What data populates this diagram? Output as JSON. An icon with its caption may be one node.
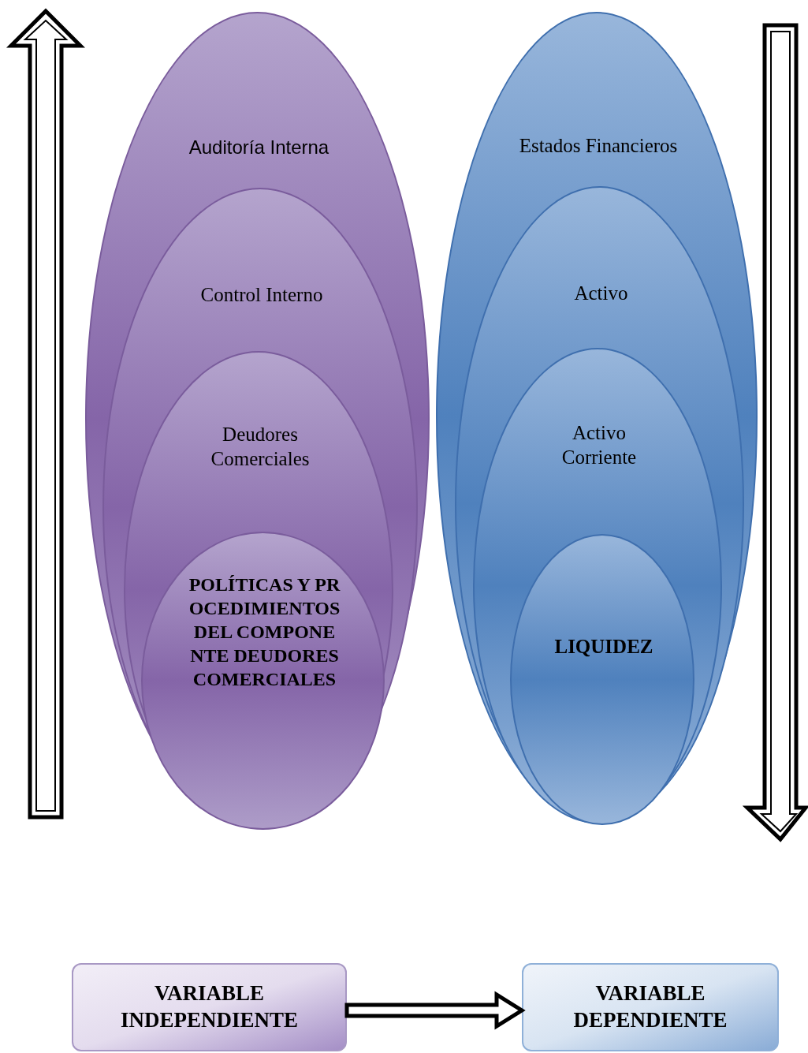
{
  "diagram": {
    "nodes": [
      {
        "text": [
          "Auditoría Interna"
        ]
      },
      {
        "text": [
          "Control Interno"
        ],
        "in": 0
      },
      {
        "text": [
          "Deudores Comerciales"
        ],
        "in": 1
      },
      {
        "text": [
          "POLÍTICAS Y PROCEDIMIENTOS DEL COMPONENTE DEUDORES COMERCIALES"
        ],
        "in": 2
      },
      {
        "text": [
          "Estados Financieros"
        ]
      },
      {
        "text": [
          "Activo"
        ],
        "in": 4
      },
      {
        "text": [
          "Activo Corriente"
        ],
        "in": 5
      },
      {
        "text": [
          "LIQUIDEZ"
        ],
        "in": 6
      },
      {
        "text": [
          "VARIABLE INDEPENDIENTE"
        ]
      },
      {
        "text": [
          "VARIABLE DEPENDIENTE"
        ]
      }
    ],
    "edges": [
      {
        "from": 8,
        "to": 9,
        "arrow": "to",
        "style": "thick"
      }
    ]
  }
}
